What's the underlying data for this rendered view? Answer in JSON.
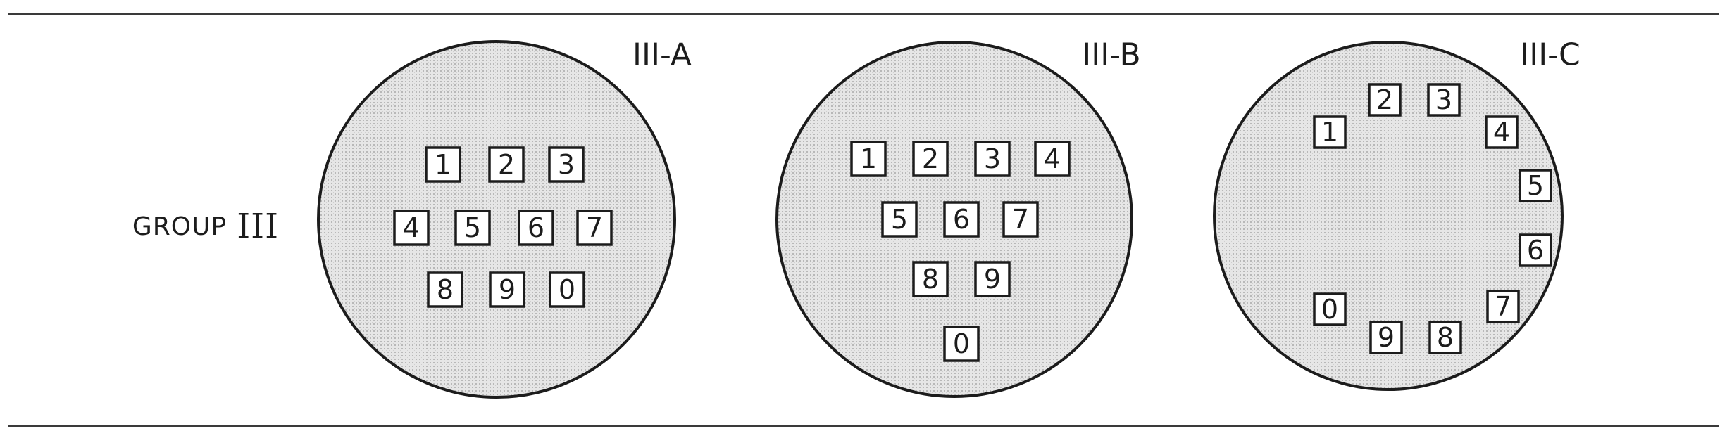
{
  "group_label": {
    "text": "GROUP",
    "numeral": "III"
  },
  "panels": [
    {
      "label": "III-A",
      "keys": [
        "1",
        "2",
        "3",
        "4",
        "5",
        "6",
        "7",
        "8",
        "9",
        "0"
      ]
    },
    {
      "label": "III-B",
      "keys": [
        "1",
        "2",
        "3",
        "4",
        "5",
        "6",
        "7",
        "8",
        "9",
        "0"
      ]
    },
    {
      "label": "III-C",
      "keys": [
        "1",
        "2",
        "3",
        "4",
        "5",
        "6",
        "7",
        "8",
        "9",
        "0"
      ]
    }
  ]
}
